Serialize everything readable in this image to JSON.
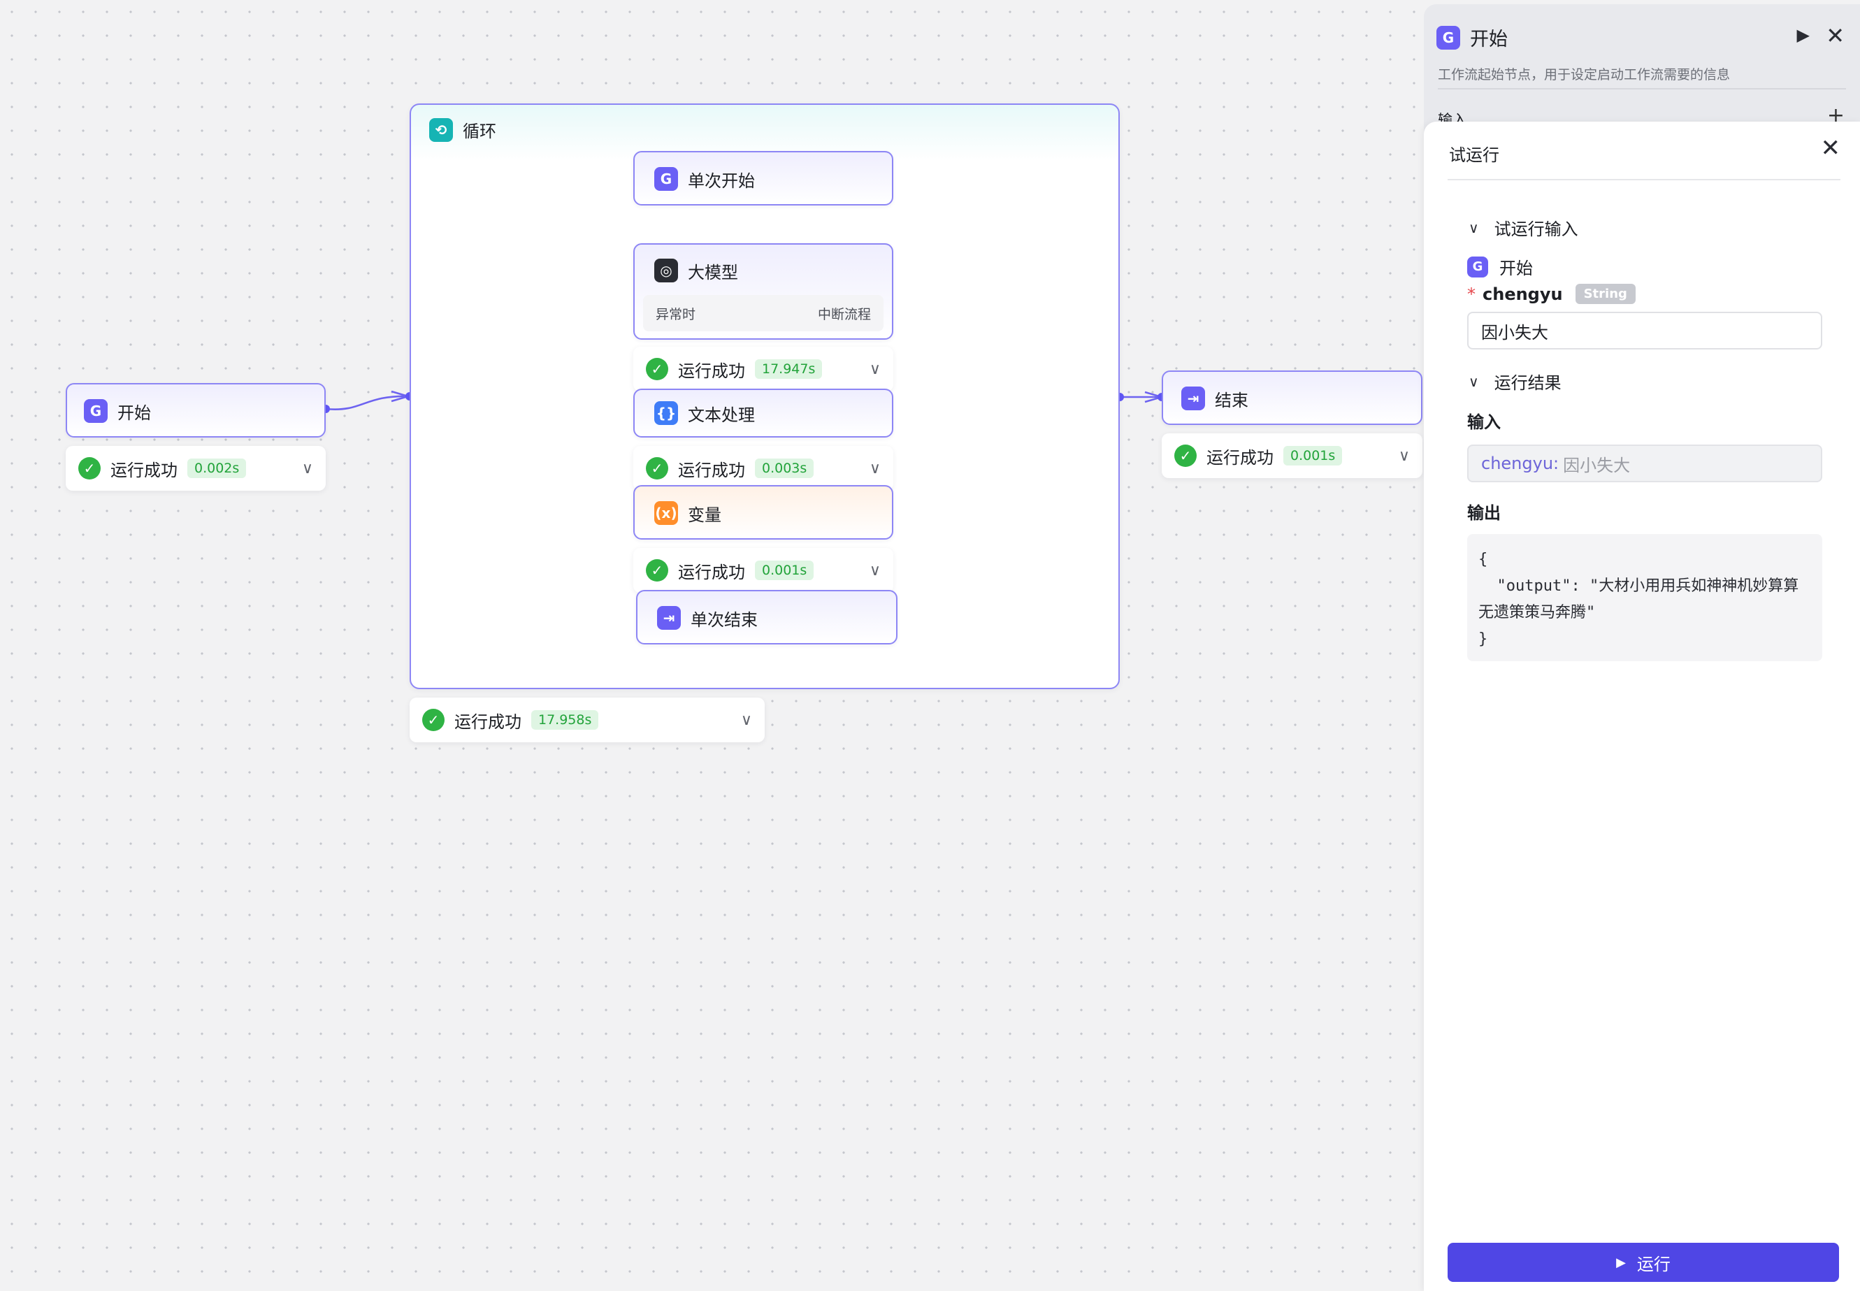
{
  "canvas": {
    "start_node": {
      "title": "开始",
      "status": "运行成功",
      "time": "0.002s"
    },
    "loop_node": {
      "title": "循环",
      "status": "运行成功",
      "time": "17.958s"
    },
    "loop_start": {
      "title": "单次开始"
    },
    "llm_node": {
      "title": "大模型",
      "on_error_label": "异常时",
      "on_error_action": "中断流程",
      "status": "运行成功",
      "time": "17.947s"
    },
    "text_node": {
      "title": "文本处理",
      "status": "运行成功",
      "time": "0.003s"
    },
    "var_node": {
      "title": "变量",
      "status": "运行成功",
      "time": "0.001s"
    },
    "loop_end": {
      "title": "单次结束"
    },
    "end_node": {
      "title": "结束",
      "status": "运行成功",
      "time": "0.001s"
    }
  },
  "panel_back": {
    "title": "开始",
    "description": "工作流起始节点，用于设定启动工作流需要的信息",
    "input_label": "输入"
  },
  "panel": {
    "title": "试运行",
    "input_section": "试运行输入",
    "start_label": "开始",
    "field_name": "chengyu",
    "field_type": "String",
    "field_value": "因小失大",
    "result_section": "运行结果",
    "input_label": "输入",
    "input_key": "chengyu:",
    "input_value": "因小失大",
    "output_label": "输出",
    "output_code": "{\n  \"output\": \"大材小用用兵如神神机妙算算无遗策策马奔腾\"\n}",
    "run_button": "运行"
  },
  "colors": {
    "accent": "#4f46e5",
    "edge": "#6d63f0",
    "success": "#2fb344"
  }
}
